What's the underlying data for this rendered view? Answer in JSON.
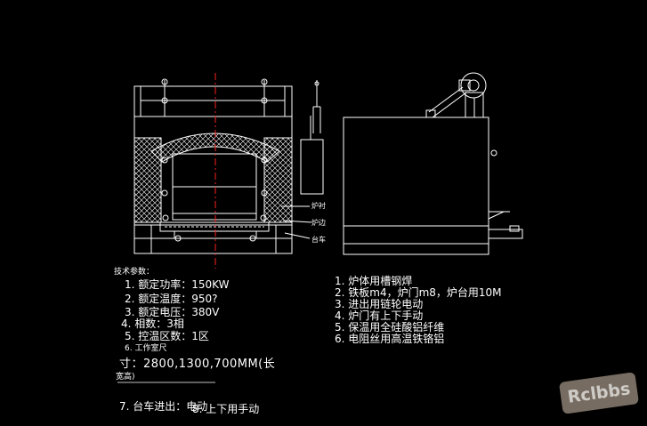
{
  "spec": {
    "heading": "技术参数：",
    "items": [
      "1. 额定功率：150KW",
      "2. 额定温度：950?",
      "3. 额定电压：380V",
      "4. 相数：3相",
      "5. 控温区数：1区",
      "6. 工作室尺",
      "寸：2800,1300,700MM(长",
      "宽高)",
      "7. 台车进出：电动",
      "8. 上下用手动"
    ]
  },
  "notes": {
    "items": [
      "1. 炉体用槽钢焊",
      "2. 铁板m4，炉门m8，炉台用10M",
      "3. 进出用链轮电动",
      "4. 炉门有上下手动",
      "5. 保温用全硅酸铝纤维",
      "6. 电阻丝用高温铁铬铝"
    ]
  },
  "labels": {
    "lining": "炉衬",
    "rail": "炉边",
    "trolley": "台车"
  },
  "watermark": "Rclbbs",
  "colors": {
    "background": "#000000",
    "line": "#ffffff",
    "centerline": "#ff2020"
  }
}
